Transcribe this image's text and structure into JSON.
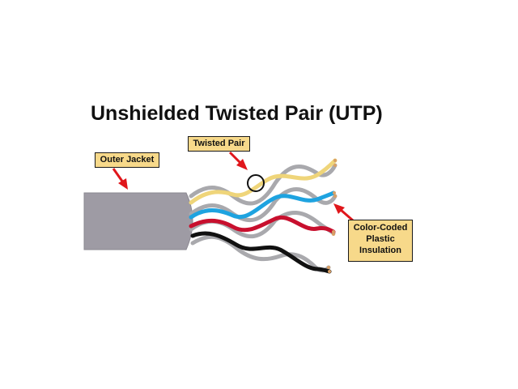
{
  "title": "Unshielded Twisted Pair (UTP)",
  "labels": {
    "outer_jacket": "Outer Jacket",
    "twisted_pair": "Twisted Pair",
    "insulation": {
      "line1": "Color-Coded",
      "line2": "Plastic",
      "line3": "Insulation"
    }
  },
  "colors": {
    "jacket": "#9e9ba4",
    "jacket_dark": "#8b8891",
    "wire_yellow": "#efd57a",
    "wire_blue": "#1ea3e0",
    "wire_red": "#c8102e",
    "wire_black": "#111111",
    "wire_gray": "#a9a9ad",
    "arrow_red": "#e0161b",
    "callout_fill": "#f7d98a",
    "copper_tip": "#d9a066"
  }
}
